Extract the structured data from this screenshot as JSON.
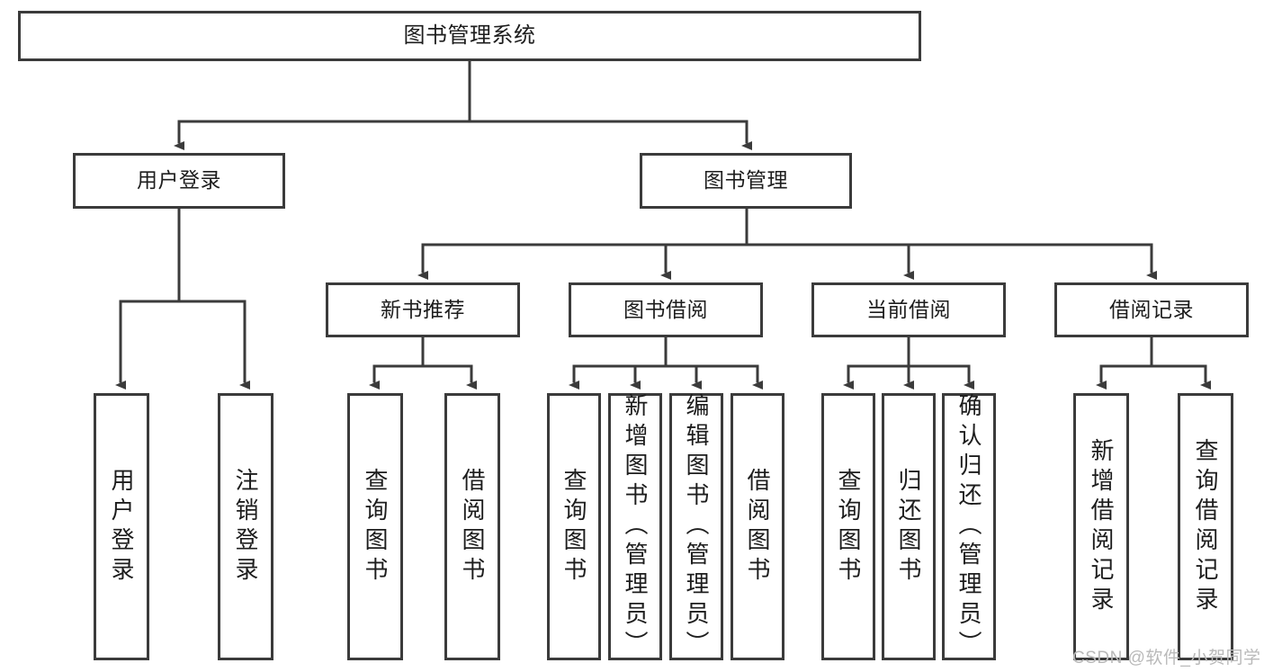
{
  "diagram": {
    "type": "tree-hierarchy",
    "title": "图书管理系统",
    "orientation": "top-down",
    "colors": {
      "stroke": "#3b3b3b",
      "fill": "#ffffff",
      "text": "#1d1d1d",
      "watermark": "#b9b9b9"
    },
    "nodes": {
      "root": {
        "label": "图书管理系统"
      },
      "level1": [
        {
          "id": "user-login",
          "label": "用户登录"
        },
        {
          "id": "book-management",
          "label": "图书管理"
        }
      ],
      "level2": [
        {
          "id": "new-book-recommend",
          "label": "新书推荐"
        },
        {
          "id": "book-borrow",
          "label": "图书借阅"
        },
        {
          "id": "current-borrow",
          "label": "当前借阅"
        },
        {
          "id": "borrow-record",
          "label": "借阅记录"
        }
      ],
      "leaves": {
        "user-login": [
          {
            "id": "leaf-user-login",
            "label": "用户登录"
          },
          {
            "id": "leaf-logout-login",
            "label": "注销登录"
          }
        ],
        "new-book-recommend": [
          {
            "id": "leaf-query-book-1",
            "label": "查询图书"
          },
          {
            "id": "leaf-borrow-book-1",
            "label": "借阅图书"
          }
        ],
        "book-borrow": [
          {
            "id": "leaf-query-book-2",
            "label": "查询图书"
          },
          {
            "id": "leaf-add-book-admin",
            "label": "新增图书（管理员）"
          },
          {
            "id": "leaf-edit-book-admin",
            "label": "编辑图书（管理员）"
          },
          {
            "id": "leaf-borrow-book-2",
            "label": "借阅图书"
          }
        ],
        "current-borrow": [
          {
            "id": "leaf-query-book-3",
            "label": "查询图书"
          },
          {
            "id": "leaf-return-book",
            "label": "归还图书"
          },
          {
            "id": "leaf-confirm-return-admin",
            "label": "确认归还（管理员）"
          }
        ],
        "borrow-record": [
          {
            "id": "leaf-add-borrow-record",
            "label": "新增借阅记录"
          },
          {
            "id": "leaf-query-borrow-record",
            "label": "查询借阅记录"
          }
        ]
      }
    },
    "watermark": "CSDN @软件_小贺同学"
  }
}
